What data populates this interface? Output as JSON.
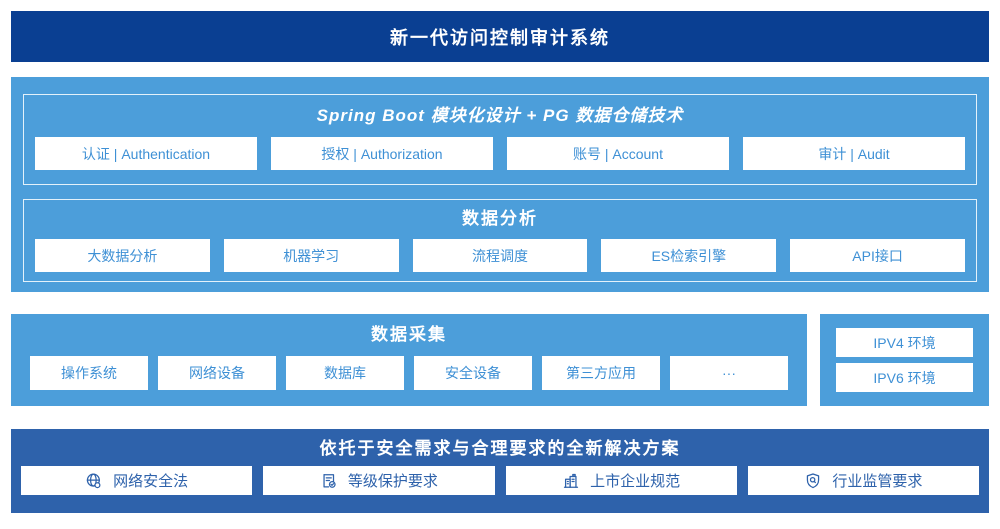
{
  "colors": {
    "page-bg": "#ffffff",
    "banner": "#0a3f92",
    "light": "#4c9eda",
    "mid": "#2e62ab",
    "btn-text": "#3e90d5",
    "box-border": "#e3f1fa"
  },
  "banner": {
    "title": "新一代访问控制审计系统"
  },
  "platform": {
    "spring": {
      "title": "Spring Boot 模块化设计 + PG 数据仓储技术",
      "buttons": [
        "认证 | Authentication",
        "授权 | Authorization",
        "账号 | Account",
        "审计 | Audit"
      ]
    },
    "analysis": {
      "title": "数据分析",
      "buttons": [
        "大数据分析",
        "机器学习",
        "流程调度",
        "ES检索引擎",
        "API接口"
      ]
    }
  },
  "collection": {
    "title": "数据采集",
    "buttons": [
      "操作系统",
      "网络设备",
      "数据库",
      "安全设备",
      "第三方应用",
      "···"
    ]
  },
  "network": {
    "buttons": [
      "IPV4 环境",
      "IPV6 环境"
    ]
  },
  "solution": {
    "title": "依托于安全需求与合理要求的全新解决方案",
    "items": [
      {
        "icon": "globe-icon",
        "label": "网络安全法"
      },
      {
        "icon": "document-check-icon",
        "label": "等级保护要求"
      },
      {
        "icon": "building-icon",
        "label": "上市企业规范"
      },
      {
        "icon": "shield-search-icon",
        "label": "行业监管要求"
      }
    ]
  }
}
